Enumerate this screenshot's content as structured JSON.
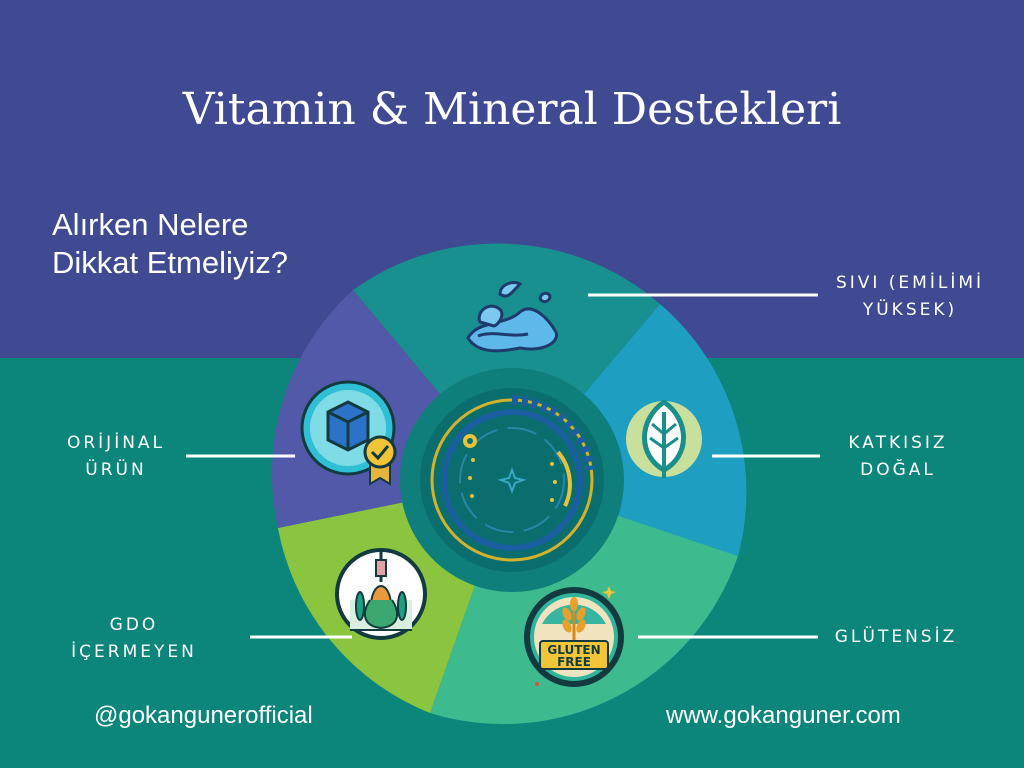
{
  "title": "Vitamin & Mineral Destekleri",
  "subtitle": {
    "line1": "Alırken Nelere",
    "line2": "Dikkat Etmeliyiz?"
  },
  "labels": {
    "liquid": {
      "line1": "SIVI (EMİLİMİ",
      "line2": "YÜKSEK)"
    },
    "natural": {
      "line1": "KATKISIZ",
      "line2": "DOĞAL"
    },
    "gluten": {
      "line1": "GLÜTENSİZ"
    },
    "gmo": {
      "line1": "GDO",
      "line2": "İÇERMEYEN"
    },
    "original": {
      "line1": "ORİJİNAL",
      "line2": "ÜRÜN"
    }
  },
  "badge": {
    "line1": "GLUTEN",
    "line2": "FREE"
  },
  "footer": {
    "social": "@gokanguner​official",
    "website": "www.gokanguner.com"
  },
  "colors": {
    "top_bg": "#3f4a92",
    "bottom_bg": "#0c867b",
    "segment_liquid": "#17908f",
    "segment_natural": "#1e9fc2",
    "segment_gluten": "#3eba8f",
    "segment_gmo": "#8bc43f",
    "segment_original": "#5159a8"
  },
  "icons": [
    "water-splash-icon",
    "leaf-icon",
    "gluten-free-badge-icon",
    "gmo-crop-icon",
    "original-box-icon",
    "center-target-icon"
  ]
}
